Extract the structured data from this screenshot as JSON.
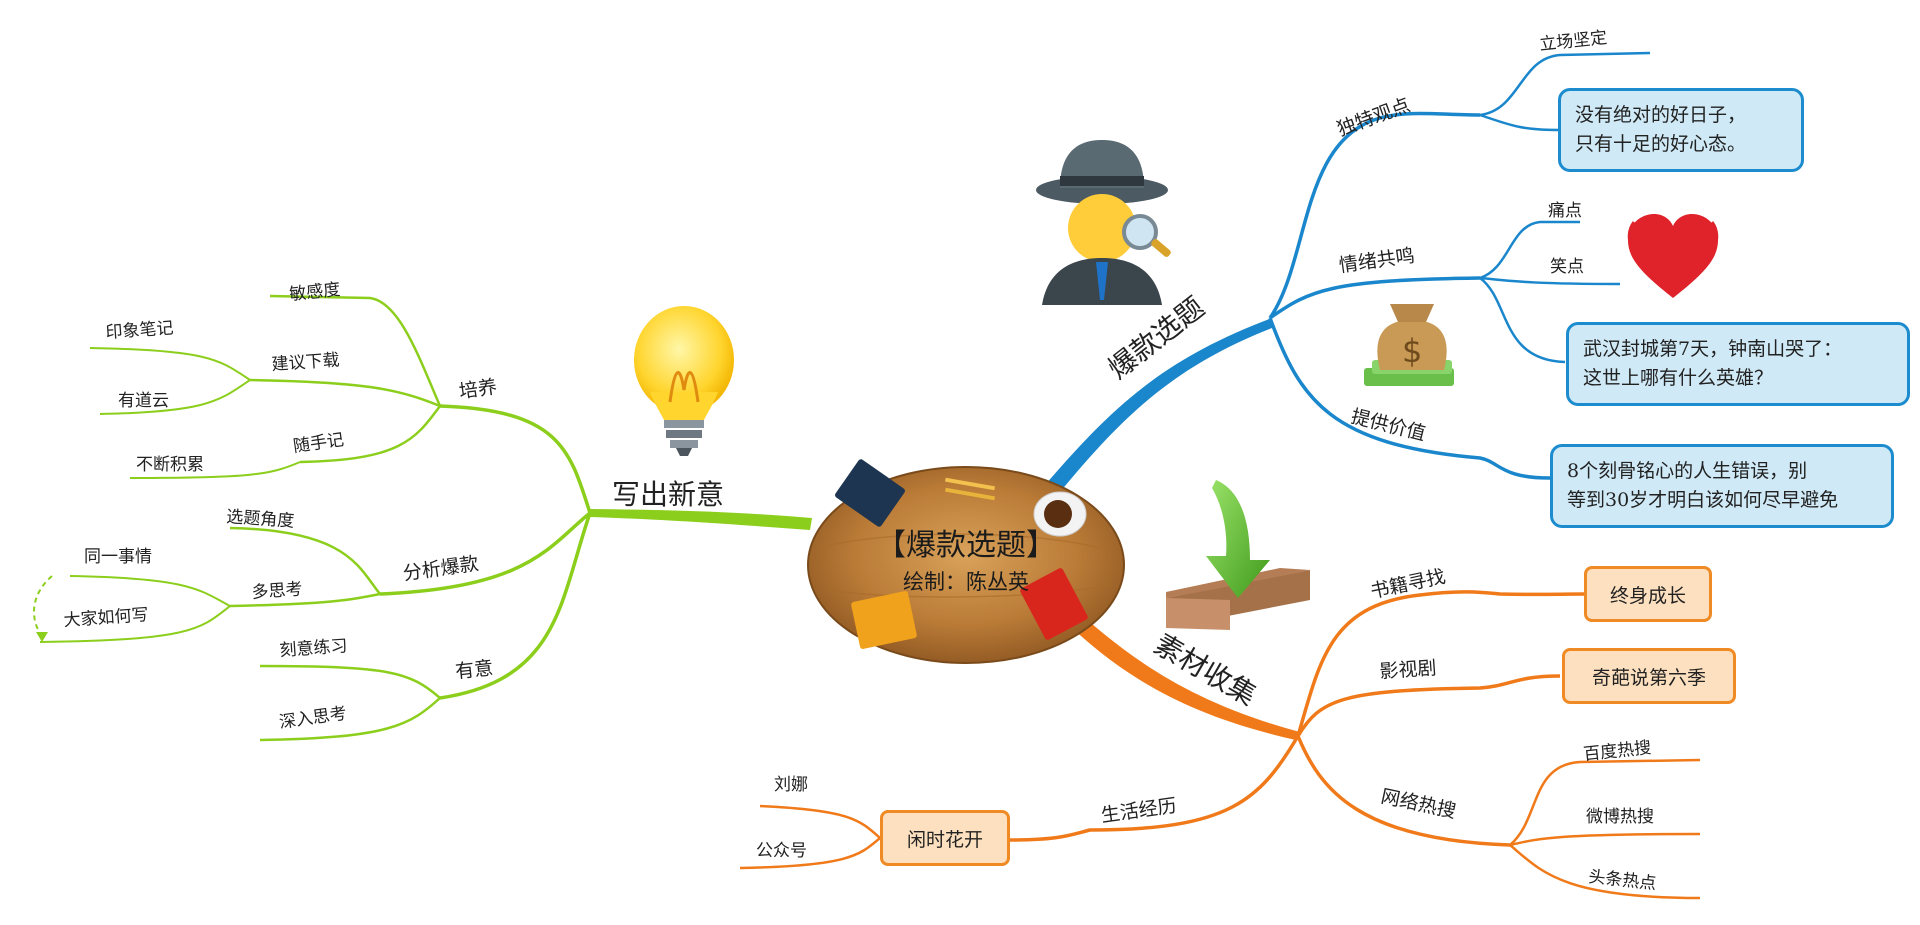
{
  "center": {
    "title": "【爆款选题】",
    "subtitle": "绘制：陈丛英"
  },
  "branches": {
    "right_top": {
      "label": "爆款选题",
      "color": "#1a86cc",
      "subs": {
        "unique": {
          "label": "独特观点",
          "leaf1": "立场坚定",
          "box_lines": [
            "没有绝对的好日子，",
            "只有十足的好心态。"
          ]
        },
        "emotion": {
          "label": "情绪共鸣",
          "leaf1": "痛点",
          "leaf2": "笑点",
          "box_lines": [
            "武汉封城第7天，钟南山哭了：",
            "这世上哪有什么英雄？"
          ]
        },
        "value": {
          "label": "提供价值",
          "box_lines": [
            "8个刻骨铭心的人生错误，别",
            "等到30岁才明白该如何尽早避免"
          ]
        }
      }
    },
    "right_bottom": {
      "label": "素材收集",
      "color": "#f07a1a",
      "subs": {
        "books": {
          "label": "书籍寻找",
          "box": "终身成长"
        },
        "film": {
          "label": "影视剧",
          "box": "奇葩说第六季"
        },
        "web": {
          "label": "网络热搜",
          "leaves": [
            "百度热搜",
            "微博热搜",
            "头条热点"
          ]
        },
        "life": {
          "label": "生活经历",
          "box": "闲时花开",
          "leaves": [
            "刘娜",
            "公众号"
          ]
        }
      }
    },
    "left": {
      "label": "写出新意",
      "color": "#8cce1c",
      "subs": {
        "cultivate": {
          "label": "培养",
          "items": [
            "敏感度",
            "建议下载",
            "随手记"
          ],
          "download_leaves": [
            "印象笔记",
            "有道云"
          ],
          "note_leaf": "不断积累"
        },
        "analyze": {
          "label": "分析爆款",
          "items": [
            "选题角度",
            "多思考"
          ],
          "think_leaves": [
            "同一事情",
            "大家如何写"
          ]
        },
        "intent": {
          "label": "有意",
          "items": [
            "刻意练习",
            "深入思考"
          ]
        }
      }
    }
  },
  "icons": [
    "detective-icon",
    "heart-icon",
    "money-bag-icon",
    "light-bulb-icon",
    "inbox-tray-icon",
    "desk-icon"
  ]
}
